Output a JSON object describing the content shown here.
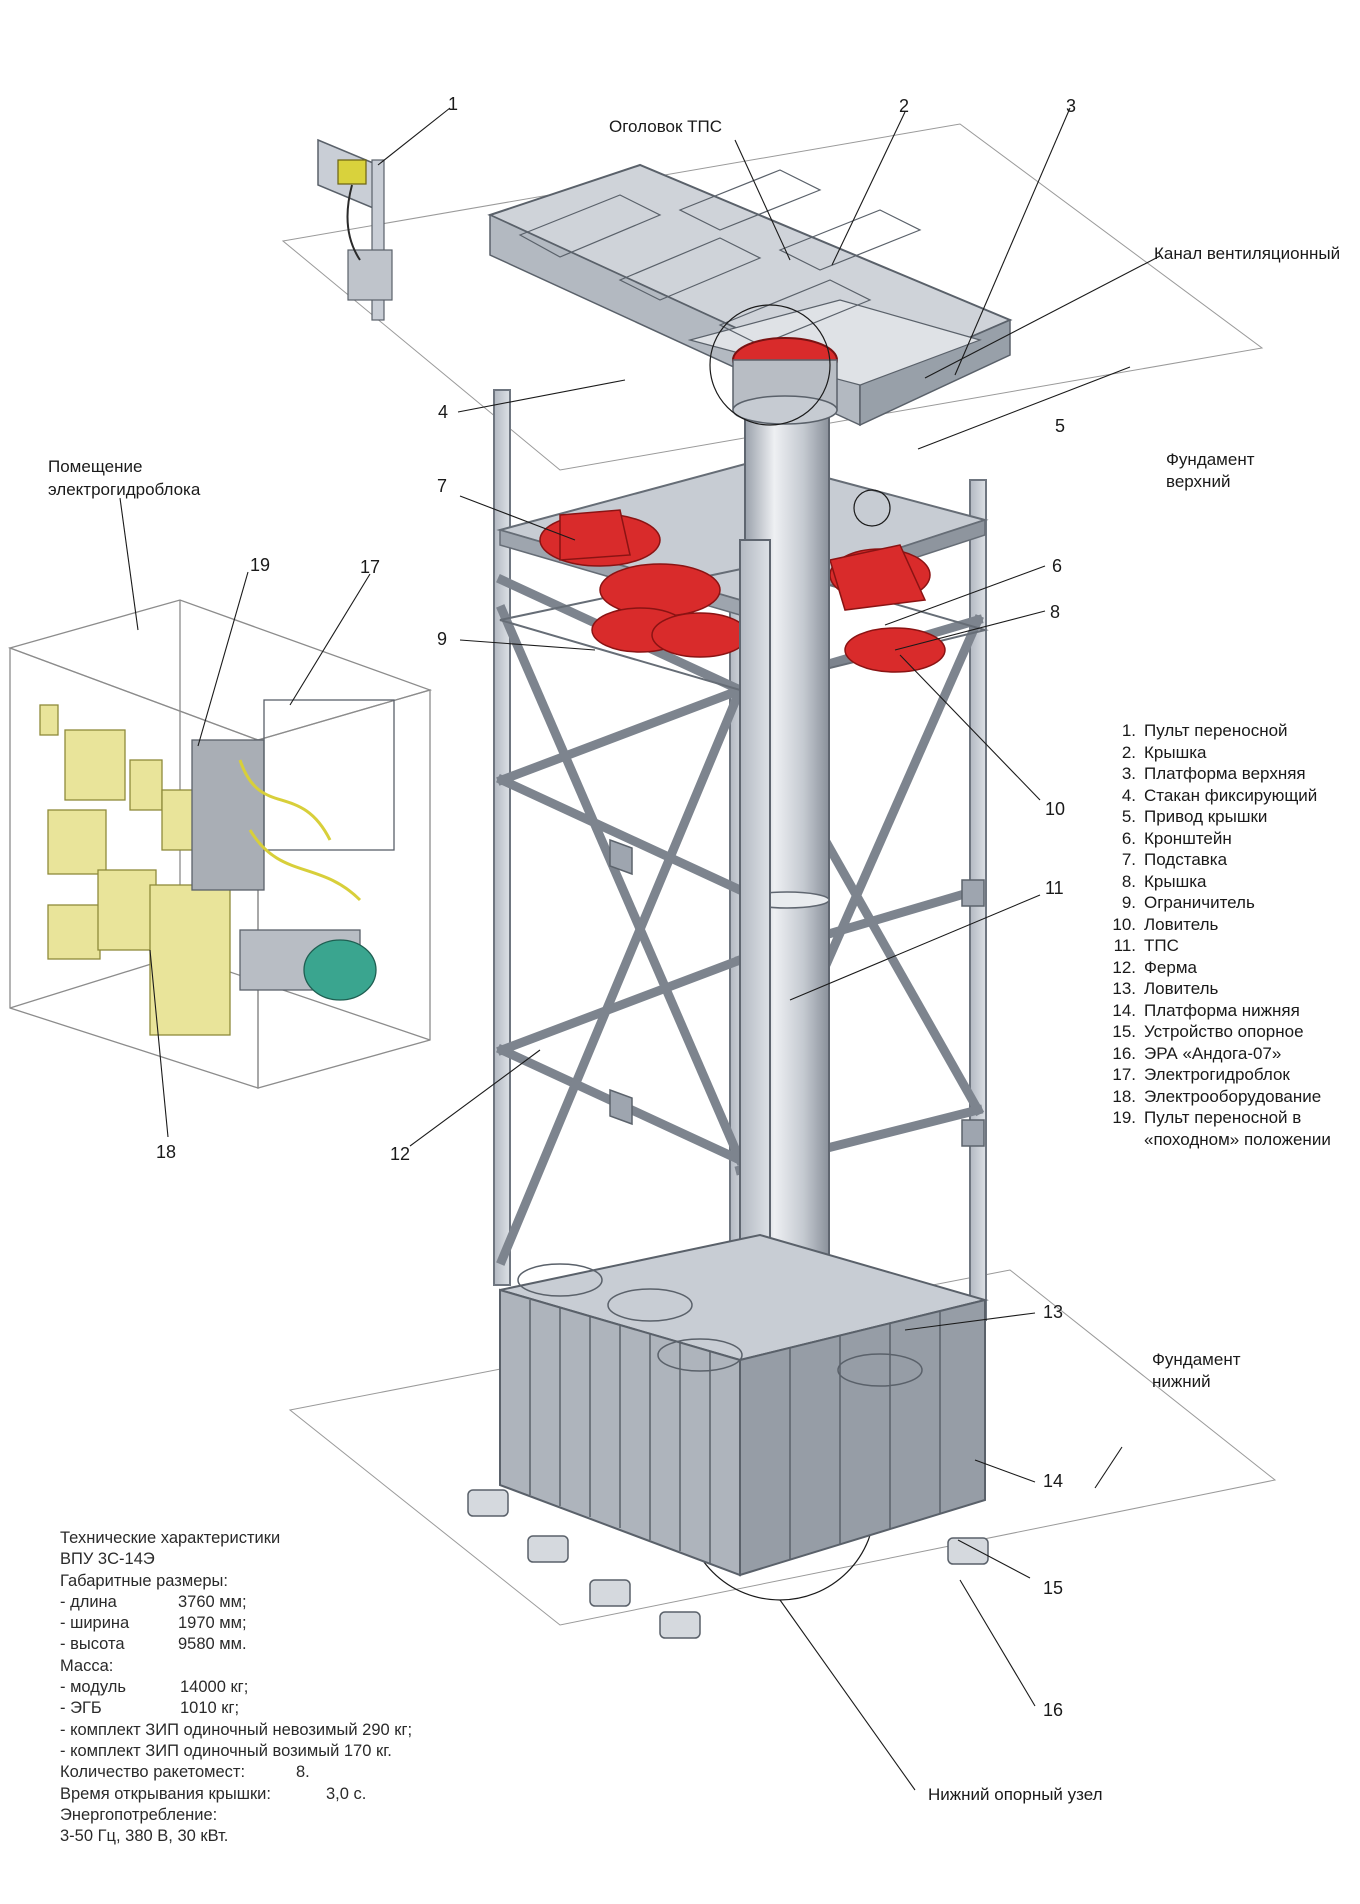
{
  "labels": {
    "ogolovok": "Оголовок ТПС",
    "kanal": "Канал вентиляционный",
    "fund_top_1": "Фундамент",
    "fund_top_2": "верхний",
    "fund_bot_1": "Фундамент",
    "fund_bot_2": "нижний",
    "pomesh_1": "Помещение",
    "pomesh_2": "электрогидроблока",
    "nizhniy": "Нижний опорный узел"
  },
  "callouts": [
    "1",
    "2",
    "3",
    "4",
    "5",
    "6",
    "7",
    "8",
    "9",
    "10",
    "11",
    "12",
    "13",
    "14",
    "15",
    "16",
    "17",
    "18",
    "19"
  ],
  "legend": [
    {
      "n": "1.",
      "t": "Пульт переносной"
    },
    {
      "n": "2.",
      "t": "Крышка"
    },
    {
      "n": "3.",
      "t": "Платформа верхняя"
    },
    {
      "n": "4.",
      "t": "Стакан фиксирующий"
    },
    {
      "n": "5.",
      "t": "Привод крышки"
    },
    {
      "n": "6.",
      "t": "Кронштейн"
    },
    {
      "n": "7.",
      "t": "Подставка"
    },
    {
      "n": "8.",
      "t": "Крышка"
    },
    {
      "n": "9.",
      "t": "Ограничитель"
    },
    {
      "n": "10.",
      "t": "Ловитель"
    },
    {
      "n": "11.",
      "t": "ТПС"
    },
    {
      "n": "12.",
      "t": "Ферма"
    },
    {
      "n": "13.",
      "t": "Ловитель"
    },
    {
      "n": "14.",
      "t": "Платформа нижняя"
    },
    {
      "n": "15.",
      "t": "Устройство опорное"
    },
    {
      "n": "16.",
      "t": "ЭРА «Андога-07»"
    },
    {
      "n": "17.",
      "t": "Электрогидроблок"
    },
    {
      "n": "18.",
      "t": "Электрооборудование"
    },
    {
      "n": "19.",
      "t": "Пульт переносной в"
    },
    {
      "n": "",
      "t": "«походном» положении"
    }
  ],
  "specs": {
    "title1": "Технические характеристики",
    "title2": "ВПУ 3С-14Э",
    "dims_header": "Габаритные размеры:",
    "dims": [
      {
        "k": "- длина",
        "v": "3760 мм;"
      },
      {
        "k": "- ширина",
        "v": "1970 мм;"
      },
      {
        "k": "- высота",
        "v": "9580 мм."
      }
    ],
    "mass_header": "Масса:",
    "mass": [
      {
        "k": "- модуль",
        "v": "14000 кг;"
      },
      {
        "k": "- ЭГБ",
        "v": "1010 кг;"
      }
    ],
    "zip1": "- комплект ЗИП одиночный невозимый 290 кг;",
    "zip2": "- комплект ЗИП одиночный возимый 170 кг.",
    "rockets_k": "Количество ракетомест:",
    "rockets_v": "8.",
    "open_k": "Время открывания крышки:",
    "open_v": "3,0 с.",
    "power_header": "Энергопотребление:",
    "power": "3-50 Гц, 380 В, 30 кВт."
  },
  "colors": {
    "steel": "#c9ced6",
    "steel_dark": "#7b828d",
    "tube": "#d7dbe2",
    "red": "#d92b2b",
    "yellow_box": "#e9e49a",
    "green_motor": "#3aa58f",
    "ink": "#1a1a1a"
  }
}
